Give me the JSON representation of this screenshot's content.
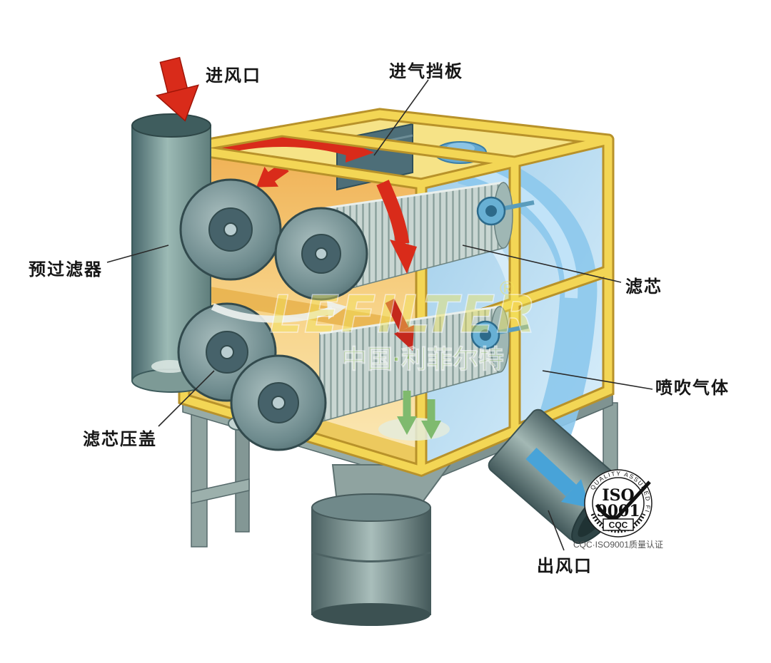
{
  "labels": {
    "air_inlet": "进风口",
    "intake_baffle": "进气挡板",
    "pre_filter": "预过滤器",
    "filter_cartridge": "滤芯",
    "pulse_gas": "喷吹气体",
    "cartridge_cover": "滤芯压盖",
    "air_outlet": "出风口"
  },
  "watermark": {
    "brand": "LEFILTER",
    "registered_mark": "®",
    "subtitle": "中国·利菲尔特"
  },
  "badge": {
    "iso": "ISO",
    "number": "9001",
    "cqc": "CQC",
    "ring_text": "QUALITY ASSURED FIRM",
    "caption": "CQC·ISO9001质量认证"
  },
  "colors": {
    "cabinet_yellow": "#f3d655",
    "dirty_air_red": "#d92b1a",
    "clean_air_blue": "#8cc8ec",
    "metal_gray": "#8a9e9c",
    "watermark_green": "#8cc63f"
  }
}
